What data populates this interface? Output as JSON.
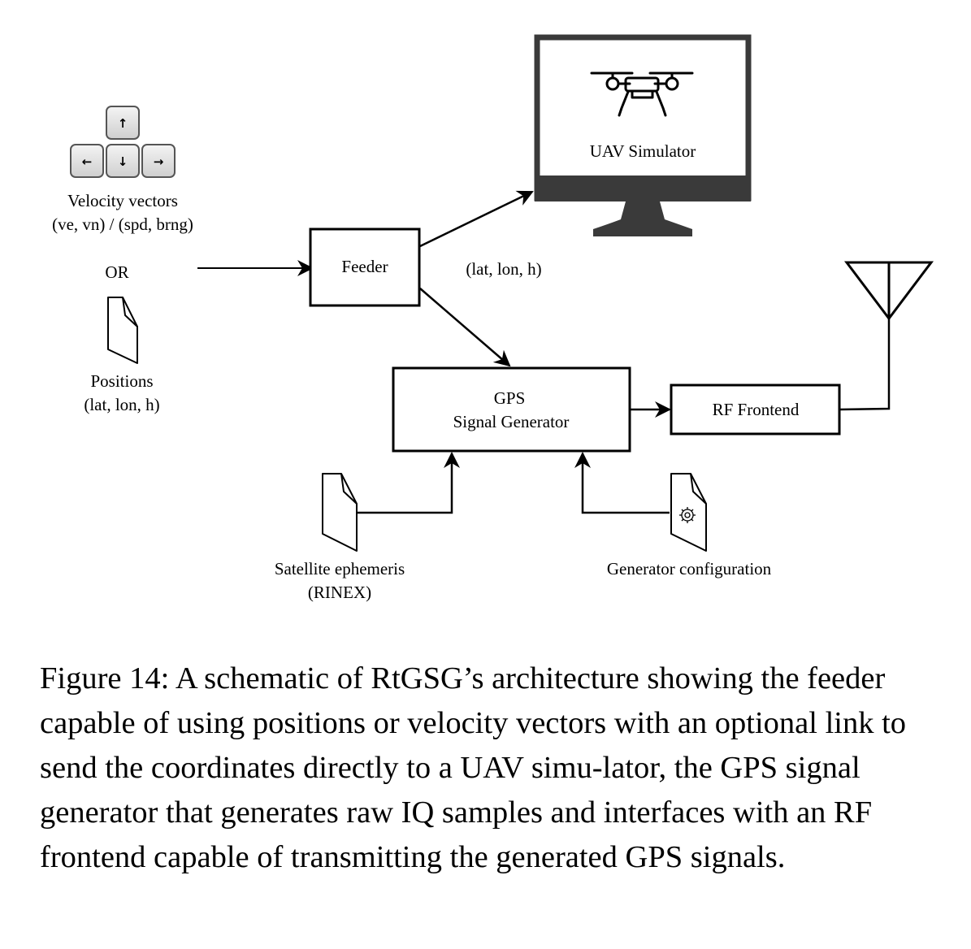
{
  "diagram": {
    "keys": {
      "up": "↑",
      "left": "←",
      "down": "↓",
      "right": "→"
    },
    "velocity": {
      "line1": "Velocity vectors",
      "line2": "(ve, vn) / (spd, brng)"
    },
    "or_label": "OR",
    "positions": {
      "line1": "Positions",
      "line2": "(lat, lon, h)"
    },
    "feeder": "Feeder",
    "coords_label": "(lat, lon, h)",
    "uav_simulator": "UAV Simulator",
    "gps_generator": {
      "line1": "GPS",
      "line2": "Signal Generator"
    },
    "rf_frontend": "RF Frontend",
    "ephemeris": {
      "line1": "Satellite ephemeris",
      "line2": "(RINEX)"
    },
    "generator_config": "Generator configuration",
    "icons": [
      "arrow-keys-icon",
      "document-icon",
      "drone-icon",
      "monitor-icon",
      "antenna-icon",
      "gear-document-icon"
    ]
  },
  "caption": "Figure 14: A schematic of RtGSG’s architecture showing the feeder capable of using positions or velocity vectors with an optional link to send the coordinates directly to a UAV simu-lator, the GPS signal generator that generates raw IQ samples and interfaces with an RF frontend capable of transmitting the generated GPS signals."
}
